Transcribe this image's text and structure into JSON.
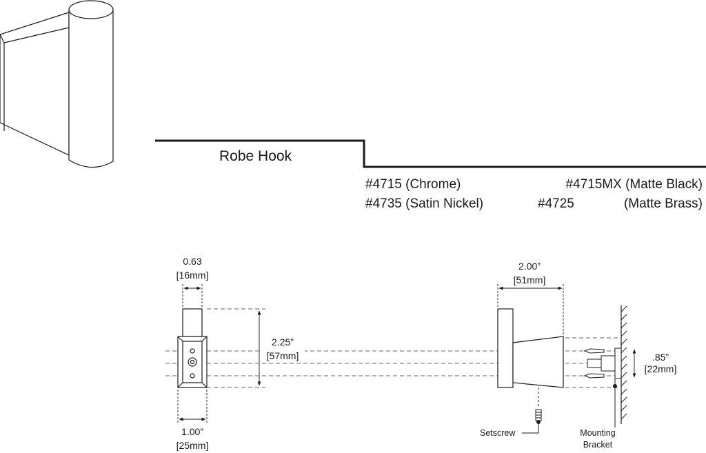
{
  "product": {
    "title": "Robe Hook",
    "models": [
      "#4715 (Chrome)",
      "#4735 (Satin Nickel)",
      "#4715MX (Matte Black)",
      "#4725",
      "(Matte Brass)"
    ]
  },
  "dimensions": {
    "depth_in": "0.63",
    "depth_mm": "[16mm]",
    "height_in": "2.25”",
    "height_mm": "[57mm]",
    "width_in": "1.00”",
    "width_mm": "[25mm]",
    "projection_in": "2.00”",
    "projection_mm": "[51mm]",
    "bracket_in": ".85”",
    "bracket_mm": "[22mm]"
  },
  "callouts": {
    "setscrew": "Setscrew",
    "mounting_1": "Mounting",
    "mounting_2": "Bracket"
  },
  "colors": {
    "line": "#1a1a1a",
    "dash": "#666666"
  }
}
